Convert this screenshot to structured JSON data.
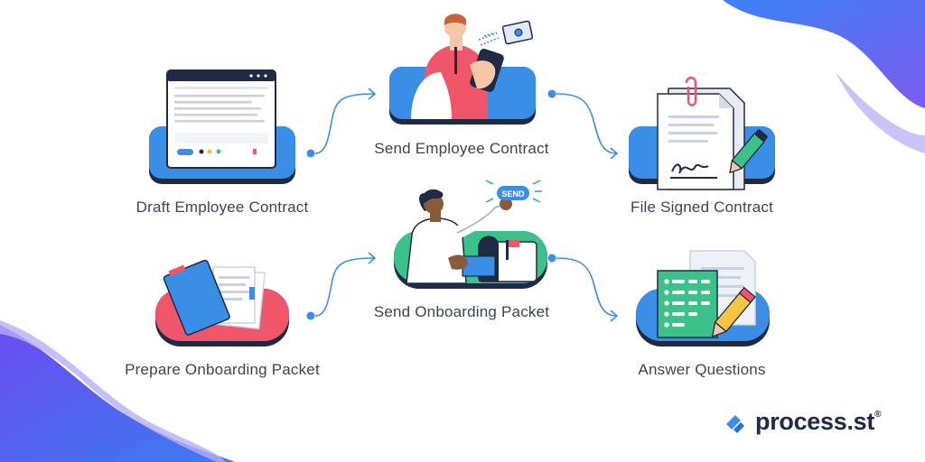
{
  "steps": {
    "draft_contract": {
      "label": "Draft Employee Contract"
    },
    "send_contract": {
      "label": "Send Employee Contract"
    },
    "file_contract": {
      "label": "File Signed Contract"
    },
    "prepare_packet": {
      "label": "Prepare Onboarding Packet"
    },
    "send_packet": {
      "label": "Send Onboarding Packet",
      "button_text": "SEND"
    },
    "answer_questions": {
      "label": "Answer Questions"
    }
  },
  "brand": {
    "name": "process.st",
    "mark": "®"
  },
  "colors": {
    "blue": "#3a8ee6",
    "navy": "#1f2a44",
    "red": "#f0566a",
    "green": "#3ec08a",
    "purple": "#6a5cf0",
    "text": "#3b4452"
  },
  "icons": [
    "browser-window-icon",
    "phone-envelope-icon",
    "signed-document-icon",
    "folder-icon",
    "mailbox-icon",
    "checklist-icon",
    "arrow-icon",
    "brand-logo-icon"
  ]
}
